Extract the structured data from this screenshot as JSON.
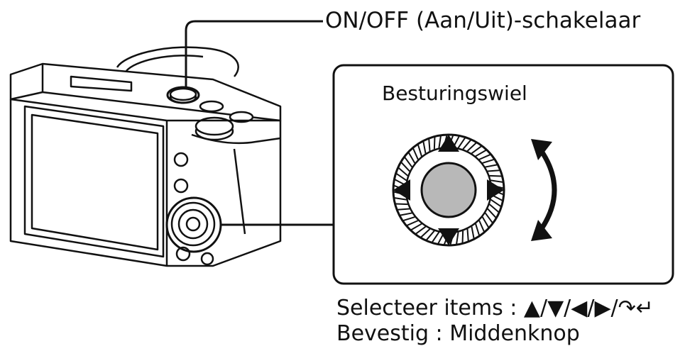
{
  "labels": {
    "power_switch": "ON/OFF (Aan/Uit)-schakelaar",
    "control_wheel": "Besturingswiel",
    "select_items": "Selecteer items : ▲/▼/◀/▶/↷↵",
    "confirm": "Bevestig : Middenknop"
  },
  "icons": [
    "camera-illustration",
    "control-wheel-icon",
    "up-arrow-icon",
    "down-arrow-icon",
    "left-arrow-icon",
    "right-arrow-icon",
    "rotate-arrow-icon"
  ],
  "colors": {
    "line": "#111111",
    "wheel_center": "#b8b8b8",
    "background": "#ffffff"
  }
}
